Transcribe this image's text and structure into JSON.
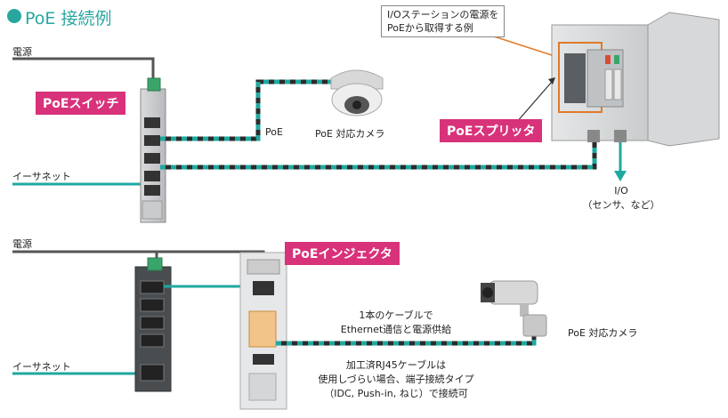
{
  "header": {
    "title": "PoE 接続例"
  },
  "top": {
    "power_label": "電源",
    "poe_switch_tag": "PoEスイッチ",
    "ethernet_label": "イーサネット",
    "poe_line_label": "PoE",
    "camera_label": "PoE 対応カメラ",
    "splitter_tag": "PoEスプリッタ",
    "callout_line1": "I/Oステーションの電源を",
    "callout_line2": "PoEから取得する例",
    "io_label": "I/O",
    "io_sub_label": "（センサ、など）"
  },
  "bottom": {
    "power_label": "電源",
    "injector_tag": "PoEインジェクタ",
    "ethernet_label": "イーサネット",
    "note1_line1": "1本のケーブルで",
    "note1_line2": "Ethernet通信と電源供給",
    "note2_line1": "加工済RJ45ケーブルは",
    "note2_line2": "使用しづらい場合、端子接続タイプ",
    "note2_line3": "（IDC, Push-in, ねじ）で接続可",
    "camera_label": "PoE 対応カメラ"
  },
  "colors": {
    "accent": "#29a6a0",
    "tag": "#d8327a",
    "cable_dark": "#2b2b2b",
    "cable_teal": "#1fa8a0"
  }
}
